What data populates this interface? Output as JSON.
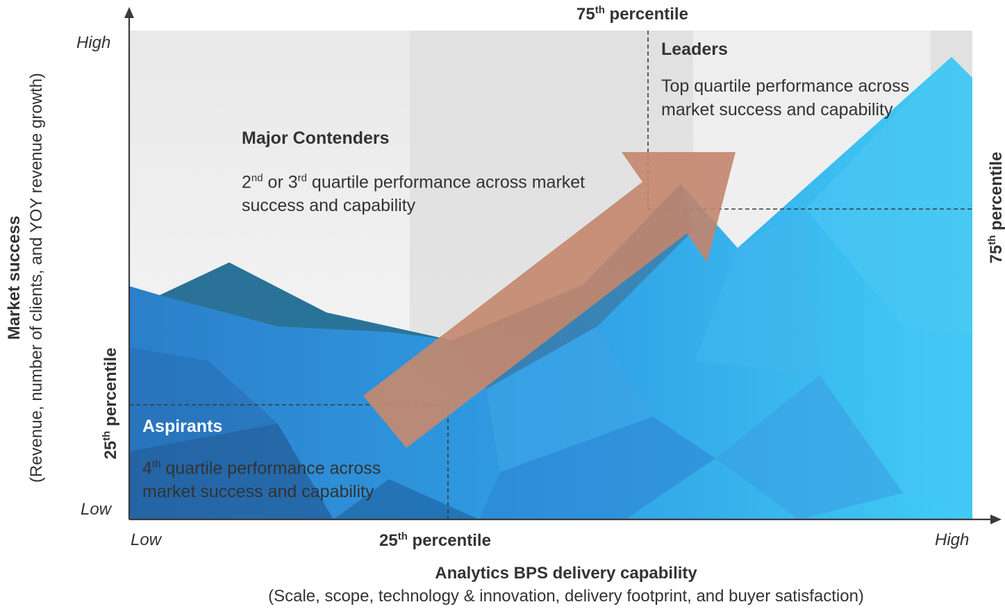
{
  "axes": {
    "y_title": "Market success",
    "y_subtitle": "(Revenue, number of clients, and YOY revenue growth)",
    "y_high": "High",
    "y_low": "Low",
    "x_low": "Low",
    "x_high": "High",
    "x_title": "Analytics BPS delivery capability",
    "x_subtitle": "(Scale, scope, technology & innovation, delivery footprint, and buyer satisfaction)"
  },
  "percentiles": {
    "p25": "25",
    "p75": "75",
    "suffix": "th",
    "word": "percentile"
  },
  "zones": {
    "leaders": {
      "title": "Leaders",
      "desc": "Top quartile performance across market success and capability"
    },
    "major_contenders": {
      "title": "Major Contenders",
      "q1": "2",
      "q1_sup": "nd",
      "mid": " or ",
      "q2": "3",
      "q2_sup": "rd",
      "desc_rest": " quartile performance across market success and capability"
    },
    "aspirants": {
      "title": "Aspirants",
      "q": "4",
      "q_sup": "th",
      "desc_rest": " quartile performance across market success and capability"
    }
  },
  "colors": {
    "arrow": "#c8876a",
    "mountain_blue": "#2f8fd6",
    "mountain_light": "#3cc3f3",
    "text": "#333333",
    "white_text": "#ffffff"
  }
}
